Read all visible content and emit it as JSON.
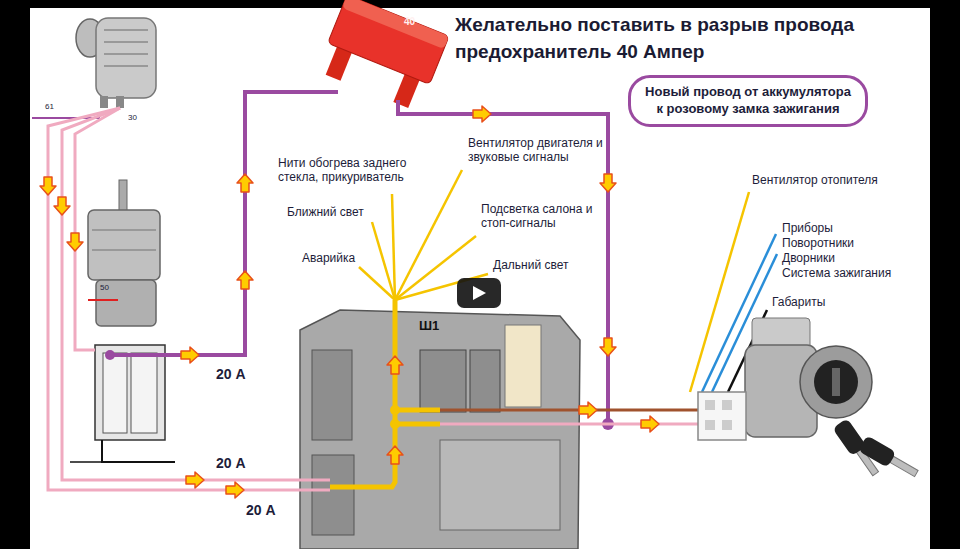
{
  "diagram": {
    "title": "Желательно поставить в разрыв провода предохранитель 40 Ампер",
    "nodes": [
      {
        "text": [
          "Новый провод от аккумулятора к розовому замка зажигания"
        ]
      }
    ],
    "labels": [
      "40",
      "61",
      "30",
      "50",
      "Нити обогрева заднего стекла, прикуриватель",
      "Вентилятор двигателя и звуковые сигналы",
      "Ближний свет",
      "Подсветка салона и стоп-сигналы",
      "Аварийка",
      "Дальний свет",
      "Ш1",
      "Вентилятор отопителя",
      "Приборы",
      "Поворотники",
      "Дворники",
      "Система зажигания",
      "Габариты",
      "20 А",
      "20 А",
      "20 А"
    ]
  }
}
